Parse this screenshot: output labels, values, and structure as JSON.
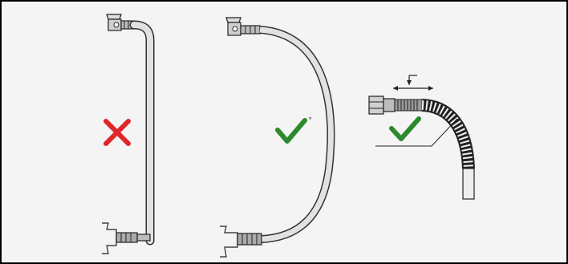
{
  "diagram": {
    "panels": [
      {
        "id": "straight-vertical-hose",
        "verdict": "incorrect",
        "verdict_icon": "red-cross-icon"
      },
      {
        "id": "large-radius-curved-hose",
        "verdict": "correct",
        "verdict_icon": "green-check-icon",
        "marker": "*"
      },
      {
        "id": "corrugated-bend-hose",
        "verdict": "correct",
        "verdict_icon": "green-check-icon"
      }
    ],
    "colors": {
      "cross": "#e0262a",
      "check": "#2c8a2c",
      "hose": "#e2e2e2",
      "outline": "#333333",
      "background": "#f4f4f4"
    }
  }
}
